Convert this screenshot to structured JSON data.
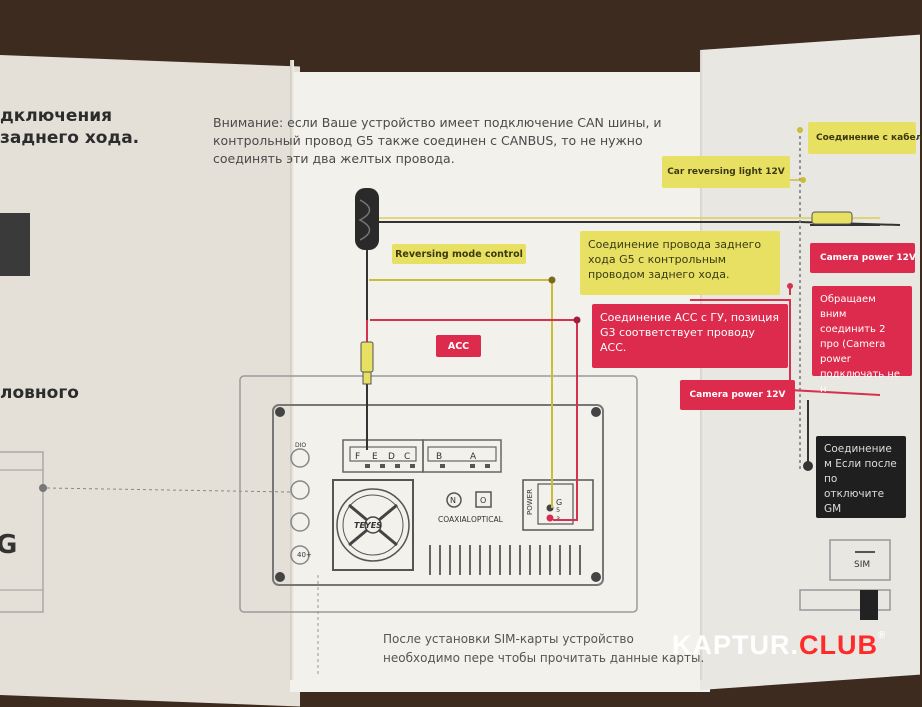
{
  "left_page": {
    "heading_line1": "дключения",
    "heading_line2": "заднего хода.",
    "heading_mid": "ловного",
    "big_letter": "G"
  },
  "attention_text": "Внимание: если Ваше устройство имеет подключение CAN шины, и контрольный провод G5 также соединен с CANBUS, то не нужно соединять эти два желтых провода.",
  "labels": {
    "reversing_mode_control": "Reversing mode control",
    "acc": "ACC",
    "car_reversing_light": "Car reversing light 12V",
    "camera_power_12v_center": "Camera power 12V",
    "camera_power_12v_right": "Camera power 12V",
    "connection_cable_right": "Соединение с кабел"
  },
  "notes": {
    "yellow_g5": "Соединение провода заднего хода G5 с контрольным проводом заднего хода.",
    "red_acc": "Соединение АСС с ГУ, позиция G3 соответствует проводу АСС.",
    "red_right": "Обращаем вним соединить 2 про (Camera power подключать не н",
    "dark_right": "Соединение м Если после по отключите GM"
  },
  "device": {
    "connector_letters": [
      "F",
      "E",
      "D",
      "C",
      "B",
      "A"
    ],
    "brand": "TEYES",
    "coaxial": "COAXIAL",
    "optical": "OPTICAL",
    "power": "POWER",
    "port_g": "G",
    "connector_n": "N",
    "connector_o": "O",
    "port_labels": [
      "DIO",
      "40+"
    ],
    "pin_numbers": [
      "5",
      "3"
    ]
  },
  "sim_label": "SIM",
  "bottom_text": "После установки SIM-карты устройство необходимо пере чтобы прочитать данные карты.",
  "watermark": {
    "part1": "KAPTUR.",
    "part2": "CLUB",
    "reg": "®"
  },
  "colors": {
    "yellow_tag": "#e8e063",
    "red_tag": "#dc2b4c",
    "paper": "#f3f1ec",
    "background": "#3d2b20"
  }
}
